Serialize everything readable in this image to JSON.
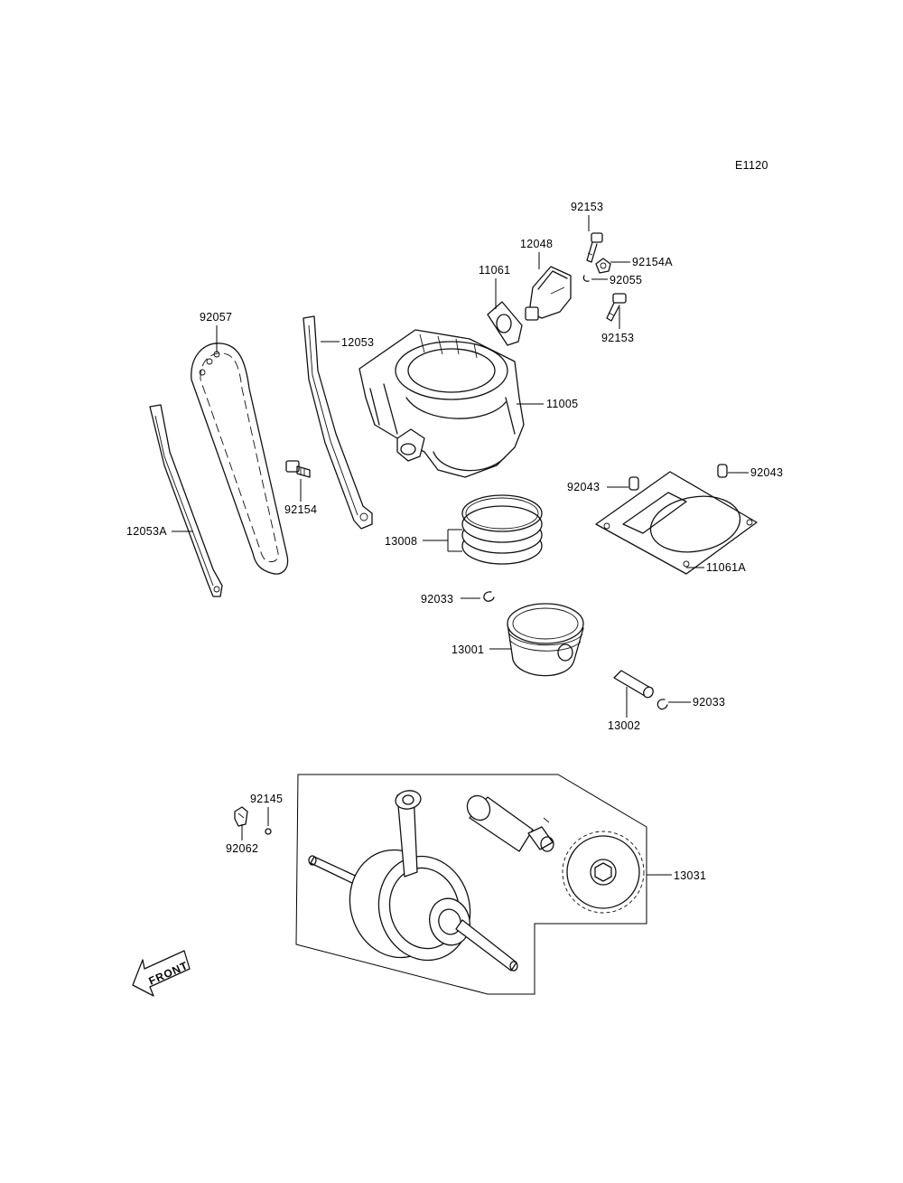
{
  "diagram_code": "E1120",
  "front_label": "FRONT",
  "parts": {
    "p92153_top": "92153",
    "p12048": "12048",
    "p92154A": "92154A",
    "p11061": "11061",
    "p92055": "92055",
    "p92153_bottom": "92153",
    "p92057": "92057",
    "p12053": "12053",
    "p11005": "11005",
    "p92154": "92154",
    "p12053A": "12053A",
    "p92043_left": "92043",
    "p92043_right": "92043",
    "p13008": "13008",
    "p11061A": "11061A",
    "p92033_left": "92033",
    "p13001": "13001",
    "p92033_right": "92033",
    "p13002": "13002",
    "p92145": "92145",
    "p92062": "92062",
    "p13031": "13031"
  }
}
